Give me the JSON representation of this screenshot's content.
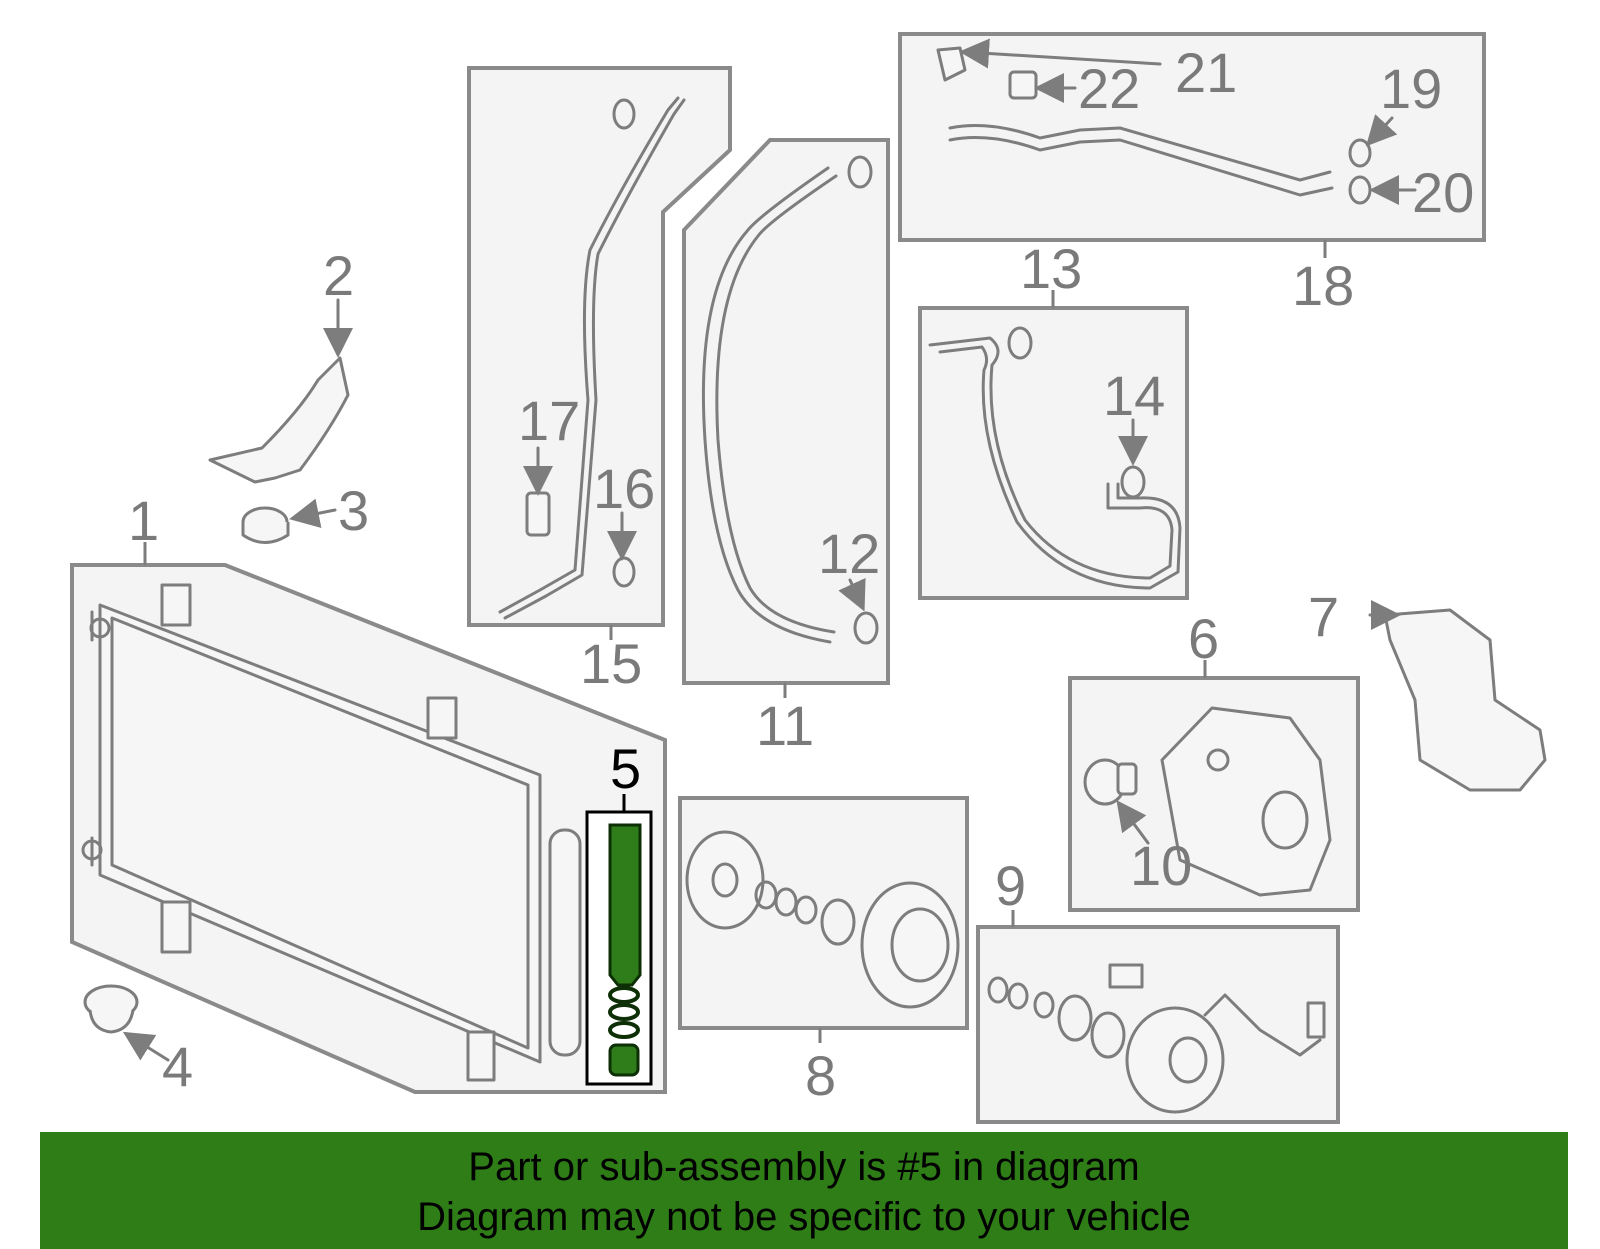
{
  "labels": {
    "p1": "1",
    "p2": "2",
    "p3": "3",
    "p4": "4",
    "p5": "5",
    "p6": "6",
    "p7": "7",
    "p8": "8",
    "p9": "9",
    "p10": "10",
    "p11": "11",
    "p12": "12",
    "p13": "13",
    "p14": "14",
    "p15": "15",
    "p16": "16",
    "p17": "17",
    "p18": "18",
    "p19": "19",
    "p20": "20",
    "p21": "21",
    "p22": "22"
  },
  "highlighted_part": "5",
  "highlight_color": "#2e7d17",
  "banner": {
    "line1": "Part or sub-assembly is #5 in diagram",
    "line2": "Diagram may not be specific to your vehicle"
  }
}
